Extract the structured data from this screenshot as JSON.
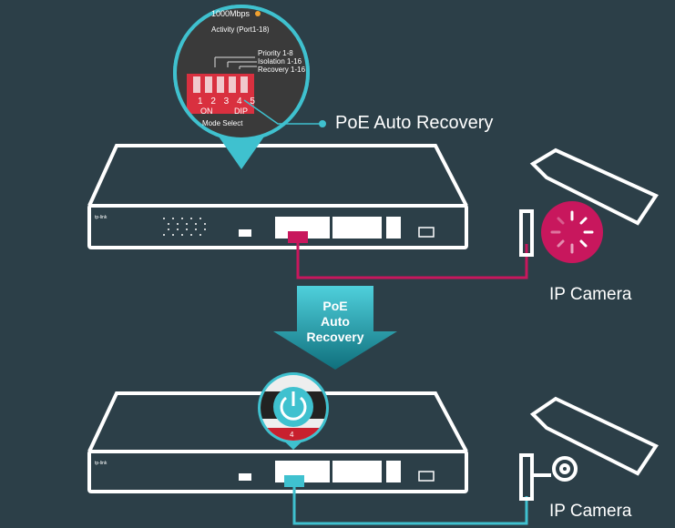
{
  "callout": {
    "speed_label": "1000Mbps",
    "activity_label": "Activity (Port1-18)",
    "priority_label": "Priority 1-8",
    "isolation_label": "Isolation 1-16",
    "recovery_label": "Recovery 1-16",
    "dip_numbers": "1 2 3 4 5",
    "on_label": "ON",
    "dip_label": "DIP",
    "mode_select_label": "Mode Select",
    "feature_label": "PoE Auto Recovery"
  },
  "switch_logo": "tp-link",
  "arrow": {
    "line1": "PoE",
    "line2": "Auto",
    "line3": "Recovery"
  },
  "camera_top": {
    "label": "IP Camera",
    "state": "loading-icon"
  },
  "camera_bottom": {
    "label": "IP Camera"
  },
  "recovery_port_number": "4",
  "colors": {
    "background": "#2c3f48",
    "accent": "#3fc1cf",
    "fault": "#c8175d",
    "dip_switch": "#d9303f"
  }
}
